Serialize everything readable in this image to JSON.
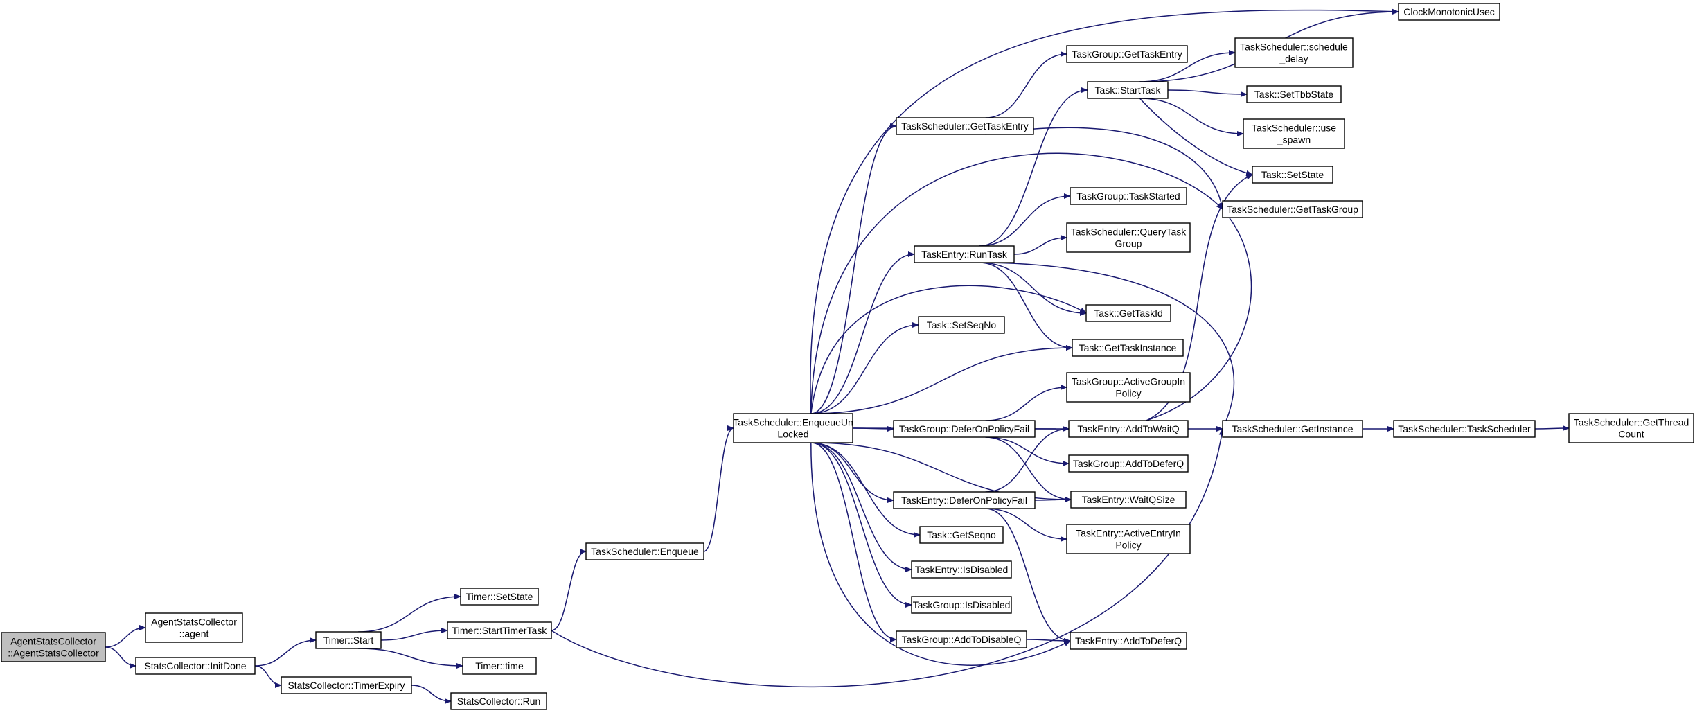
{
  "diagram": {
    "type": "call-graph",
    "edge_color": "#191970",
    "root_fill": "#bfbfbf",
    "nodes": [
      {
        "id": "agentctor",
        "lines": [
          "AgentStatsCollector",
          "::AgentStatsCollector"
        ],
        "root": true
      },
      {
        "id": "agent",
        "lines": [
          "AgentStatsCollector",
          "::agent"
        ]
      },
      {
        "id": "initdone",
        "lines": [
          "StatsCollector::InitDone"
        ]
      },
      {
        "id": "timerstart",
        "lines": [
          "Timer::Start"
        ]
      },
      {
        "id": "timerexpiry",
        "lines": [
          "StatsCollector::TimerExpiry"
        ]
      },
      {
        "id": "run",
        "lines": [
          "StatsCollector::Run"
        ]
      },
      {
        "id": "timersetstate",
        "lines": [
          "Timer::SetState"
        ]
      },
      {
        "id": "starttimertask",
        "lines": [
          "Timer::StartTimerTask"
        ]
      },
      {
        "id": "timertime",
        "lines": [
          "Timer::time"
        ]
      },
      {
        "id": "enqueue",
        "lines": [
          "TaskScheduler::Enqueue"
        ]
      },
      {
        "id": "enqueueunlocked",
        "lines": [
          "TaskScheduler::EnqueueUn",
          "Locked"
        ]
      },
      {
        "id": "clockmono",
        "lines": [
          "ClockMonotonicUsec"
        ]
      },
      {
        "id": "tg_gettaskentry",
        "lines": [
          "TaskGroup::GetTaskEntry"
        ]
      },
      {
        "id": "ts_gettaskentry",
        "lines": [
          "TaskScheduler::GetTaskEntry"
        ]
      },
      {
        "id": "starttask",
        "lines": [
          "Task::StartTask"
        ]
      },
      {
        "id": "scheduledelay",
        "lines": [
          "TaskScheduler::schedule",
          "_delay"
        ]
      },
      {
        "id": "settbbstate",
        "lines": [
          "Task::SetTbbState"
        ]
      },
      {
        "id": "usespawn",
        "lines": [
          "TaskScheduler::use",
          "_spawn"
        ]
      },
      {
        "id": "tasksetstate",
        "lines": [
          "Task::SetState"
        ]
      },
      {
        "id": "gettaskgroup",
        "lines": [
          "TaskScheduler::GetTaskGroup"
        ]
      },
      {
        "id": "taskstarted",
        "lines": [
          "TaskGroup::TaskStarted"
        ]
      },
      {
        "id": "querytaskgroup",
        "lines": [
          "TaskScheduler::QueryTask",
          "Group"
        ]
      },
      {
        "id": "runtask",
        "lines": [
          "TaskEntry::RunTask"
        ]
      },
      {
        "id": "gettaskid",
        "lines": [
          "Task::GetTaskId"
        ]
      },
      {
        "id": "setseqno",
        "lines": [
          "Task::SetSeqNo"
        ]
      },
      {
        "id": "gettaskinstance",
        "lines": [
          "Task::GetTaskInstance"
        ]
      },
      {
        "id": "activegroupinpolicy",
        "lines": [
          "TaskGroup::ActiveGroupIn",
          "Policy"
        ]
      },
      {
        "id": "tg_deferonpolicyfail",
        "lines": [
          "TaskGroup::DeferOnPolicyFail"
        ]
      },
      {
        "id": "addtowaitq",
        "lines": [
          "TaskEntry::AddToWaitQ"
        ]
      },
      {
        "id": "getinstance",
        "lines": [
          "TaskScheduler::GetInstance"
        ]
      },
      {
        "id": "tsctor",
        "lines": [
          "TaskScheduler::TaskScheduler"
        ]
      },
      {
        "id": "getthreadcount",
        "lines": [
          "TaskScheduler::GetThread",
          "Count"
        ]
      },
      {
        "id": "tg_addtodeferq",
        "lines": [
          "TaskGroup::AddToDeferQ"
        ]
      },
      {
        "id": "te_deferonpolicyfail",
        "lines": [
          "TaskEntry::DeferOnPolicyFail"
        ]
      },
      {
        "id": "waitqsize",
        "lines": [
          "TaskEntry::WaitQSize"
        ]
      },
      {
        "id": "activeentryinpolicy",
        "lines": [
          "TaskEntry::ActiveEntryIn",
          "Policy"
        ]
      },
      {
        "id": "getseqno",
        "lines": [
          "Task::GetSeqno"
        ]
      },
      {
        "id": "te_isdisabled",
        "lines": [
          "TaskEntry::IsDisabled"
        ]
      },
      {
        "id": "tg_isdisabled",
        "lines": [
          "TaskGroup::IsDisabled"
        ]
      },
      {
        "id": "addtodisableq",
        "lines": [
          "TaskGroup::AddToDisableQ"
        ]
      },
      {
        "id": "te_addtodeferq",
        "lines": [
          "TaskEntry::AddToDeferQ"
        ]
      }
    ],
    "edges": [
      [
        "agentctor",
        "agent"
      ],
      [
        "agentctor",
        "initdone"
      ],
      [
        "initdone",
        "timerstart"
      ],
      [
        "initdone",
        "timerexpiry"
      ],
      [
        "timerexpiry",
        "run"
      ],
      [
        "timerstart",
        "timersetstate"
      ],
      [
        "timerstart",
        "starttimertask"
      ],
      [
        "timerstart",
        "timertime"
      ],
      [
        "starttimertask",
        "enqueue"
      ],
      [
        "starttimertask",
        "getinstance"
      ],
      [
        "enqueue",
        "enqueueunlocked"
      ],
      [
        "enqueueunlocked",
        "clockmono"
      ],
      [
        "enqueueunlocked",
        "ts_gettaskentry"
      ],
      [
        "enqueueunlocked",
        "gettaskgroup"
      ],
      [
        "enqueueunlocked",
        "runtask"
      ],
      [
        "enqueueunlocked",
        "gettaskid"
      ],
      [
        "enqueueunlocked",
        "setseqno"
      ],
      [
        "enqueueunlocked",
        "gettaskinstance"
      ],
      [
        "enqueueunlocked",
        "addtowaitq"
      ],
      [
        "enqueueunlocked",
        "tg_deferonpolicyfail"
      ],
      [
        "enqueueunlocked",
        "te_deferonpolicyfail"
      ],
      [
        "enqueueunlocked",
        "waitqsize"
      ],
      [
        "enqueueunlocked",
        "getseqno"
      ],
      [
        "enqueueunlocked",
        "te_isdisabled"
      ],
      [
        "enqueueunlocked",
        "tg_isdisabled"
      ],
      [
        "enqueueunlocked",
        "addtodisableq"
      ],
      [
        "enqueueunlocked",
        "te_addtodeferq"
      ],
      [
        "ts_gettaskentry",
        "tg_gettaskentry"
      ],
      [
        "ts_gettaskentry",
        "gettaskgroup"
      ],
      [
        "starttask",
        "clockmono"
      ],
      [
        "starttask",
        "scheduledelay"
      ],
      [
        "starttask",
        "settbbstate"
      ],
      [
        "starttask",
        "usespawn"
      ],
      [
        "starttask",
        "tasksetstate"
      ],
      [
        "runtask",
        "starttask"
      ],
      [
        "runtask",
        "taskstarted"
      ],
      [
        "runtask",
        "querytaskgroup"
      ],
      [
        "runtask",
        "gettaskid"
      ],
      [
        "runtask",
        "gettaskinstance"
      ],
      [
        "runtask",
        "getinstance"
      ],
      [
        "tg_deferonpolicyfail",
        "activegroupinpolicy"
      ],
      [
        "tg_deferonpolicyfail",
        "addtowaitq"
      ],
      [
        "tg_deferonpolicyfail",
        "tg_addtodeferq"
      ],
      [
        "tg_deferonpolicyfail",
        "waitqsize"
      ],
      [
        "addtowaitq",
        "tasksetstate"
      ],
      [
        "addtowaitq",
        "gettaskgroup"
      ],
      [
        "addtowaitq",
        "getinstance"
      ],
      [
        "getinstance",
        "tsctor"
      ],
      [
        "tsctor",
        "getthreadcount"
      ],
      [
        "te_deferonpolicyfail",
        "addtowaitq"
      ],
      [
        "te_deferonpolicyfail",
        "waitqsize"
      ],
      [
        "te_deferonpolicyfail",
        "activeentryinpolicy"
      ],
      [
        "te_deferonpolicyfail",
        "te_addtodeferq"
      ],
      [
        "addtodisableq",
        "te_addtodeferq"
      ]
    ]
  }
}
